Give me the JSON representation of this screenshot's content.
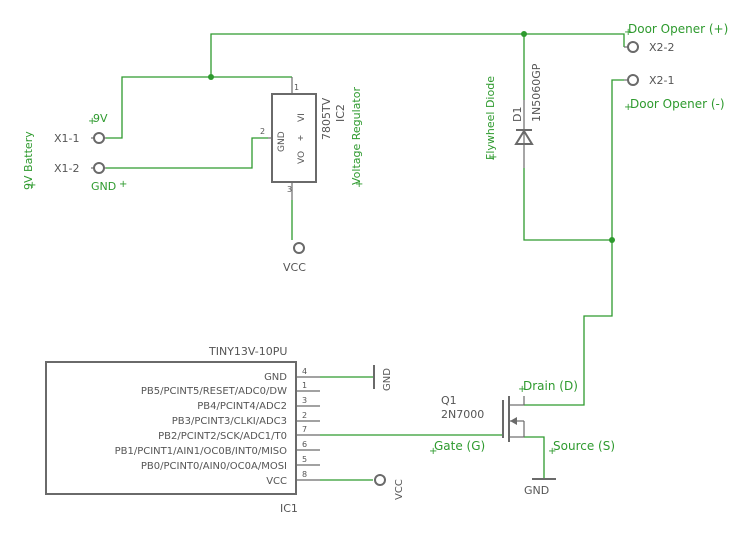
{
  "battery": {
    "label": "9V Battery",
    "pin1": "X1-1",
    "pin2": "X1-2",
    "pin1_net": "9V",
    "pin2_net": "GND"
  },
  "regulator": {
    "type": "7805TV",
    "name": "IC2",
    "label": "Voltage Regulator",
    "pin_vi": "VI",
    "pin_gnd": "GND",
    "pin_vo": "VO",
    "pin_num_vi": "1",
    "pin_num_gnd": "2",
    "pin_num_vo": "3",
    "out_net": "VCC"
  },
  "diode": {
    "name": "D1",
    "part": "1N5060GP",
    "label": "Flywheel Diode"
  },
  "door": {
    "plus_label": "Door Opener (+)",
    "minus_label": "Door Opener (-)",
    "pin1": "X2-2",
    "pin2": "X2-1"
  },
  "mcu": {
    "part": "TINY13V-10PU",
    "name": "IC1",
    "pins": [
      {
        "name": "GND",
        "num": "4"
      },
      {
        "name": "PB5/PCINT5/RESET/ADC0/DW",
        "num": "1"
      },
      {
        "name": "PB4/PCINT4/ADC2",
        "num": "3"
      },
      {
        "name": "PB3/PCINT3/CLKI/ADC3",
        "num": "2"
      },
      {
        "name": "PB2/PCINT2/SCK/ADC1/T0",
        "num": "7"
      },
      {
        "name": "PB1/PCINT1/AIN1/OC0B/INT0/MISO",
        "num": "6"
      },
      {
        "name": "PB0/PCINT0/AIN0/OC0A/MOSI",
        "num": "5"
      },
      {
        "name": "VCC",
        "num": "8"
      }
    ],
    "gnd_net": "GND",
    "vcc_net": "VCC"
  },
  "mosfet": {
    "name": "Q1",
    "part": "2N7000",
    "drain": "Drain (D)",
    "gate": "Gate (G)",
    "source": "Source (S)",
    "gnd_net": "GND"
  },
  "colors": {
    "wire": "#2e9a2e",
    "symbol": "#6a6a6a",
    "text_gray": "#555555",
    "text_green": "#2e9a2e"
  }
}
